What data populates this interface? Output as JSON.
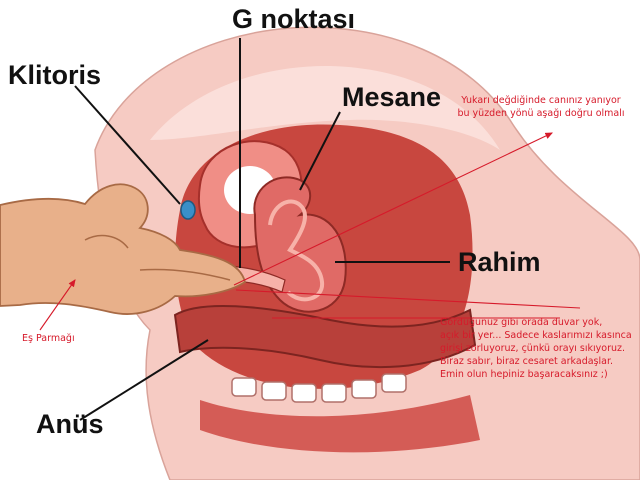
{
  "labels": {
    "clitoris": "Klitoris",
    "g_spot": "G noktası",
    "bladder": "Mesane",
    "uterus": "Rahim",
    "anus": "Anüs"
  },
  "notes": {
    "top": [
      "Yukarı değdiğinde canınız yanıyor",
      "bu yüzden yönü aşağı doğru olmalı"
    ],
    "bottom": [
      "Gördüğünüz gibi orada duvar yok,",
      "açık bir yer... Sadece kaslarımızı kasınca",
      "girişi zorluyoruz, çünkü orayı sıkıyoruz.",
      "Biraz sabır, biraz cesaret arkadaşlar.",
      "Emin olun hepiniz başaracaksınız ;)"
    ],
    "partner_finger": "Eş Parmağı"
  },
  "colors": {
    "label_text": "#111111",
    "annotation_red": "#d61a2a",
    "skin": "#f2c4bd",
    "tissue_dark": "#c8473f",
    "tissue_mid": "#e06a66",
    "tissue_light": "#f08e86",
    "hand": "#e8b08a",
    "clitoris_blue": "#3a8fc8"
  }
}
